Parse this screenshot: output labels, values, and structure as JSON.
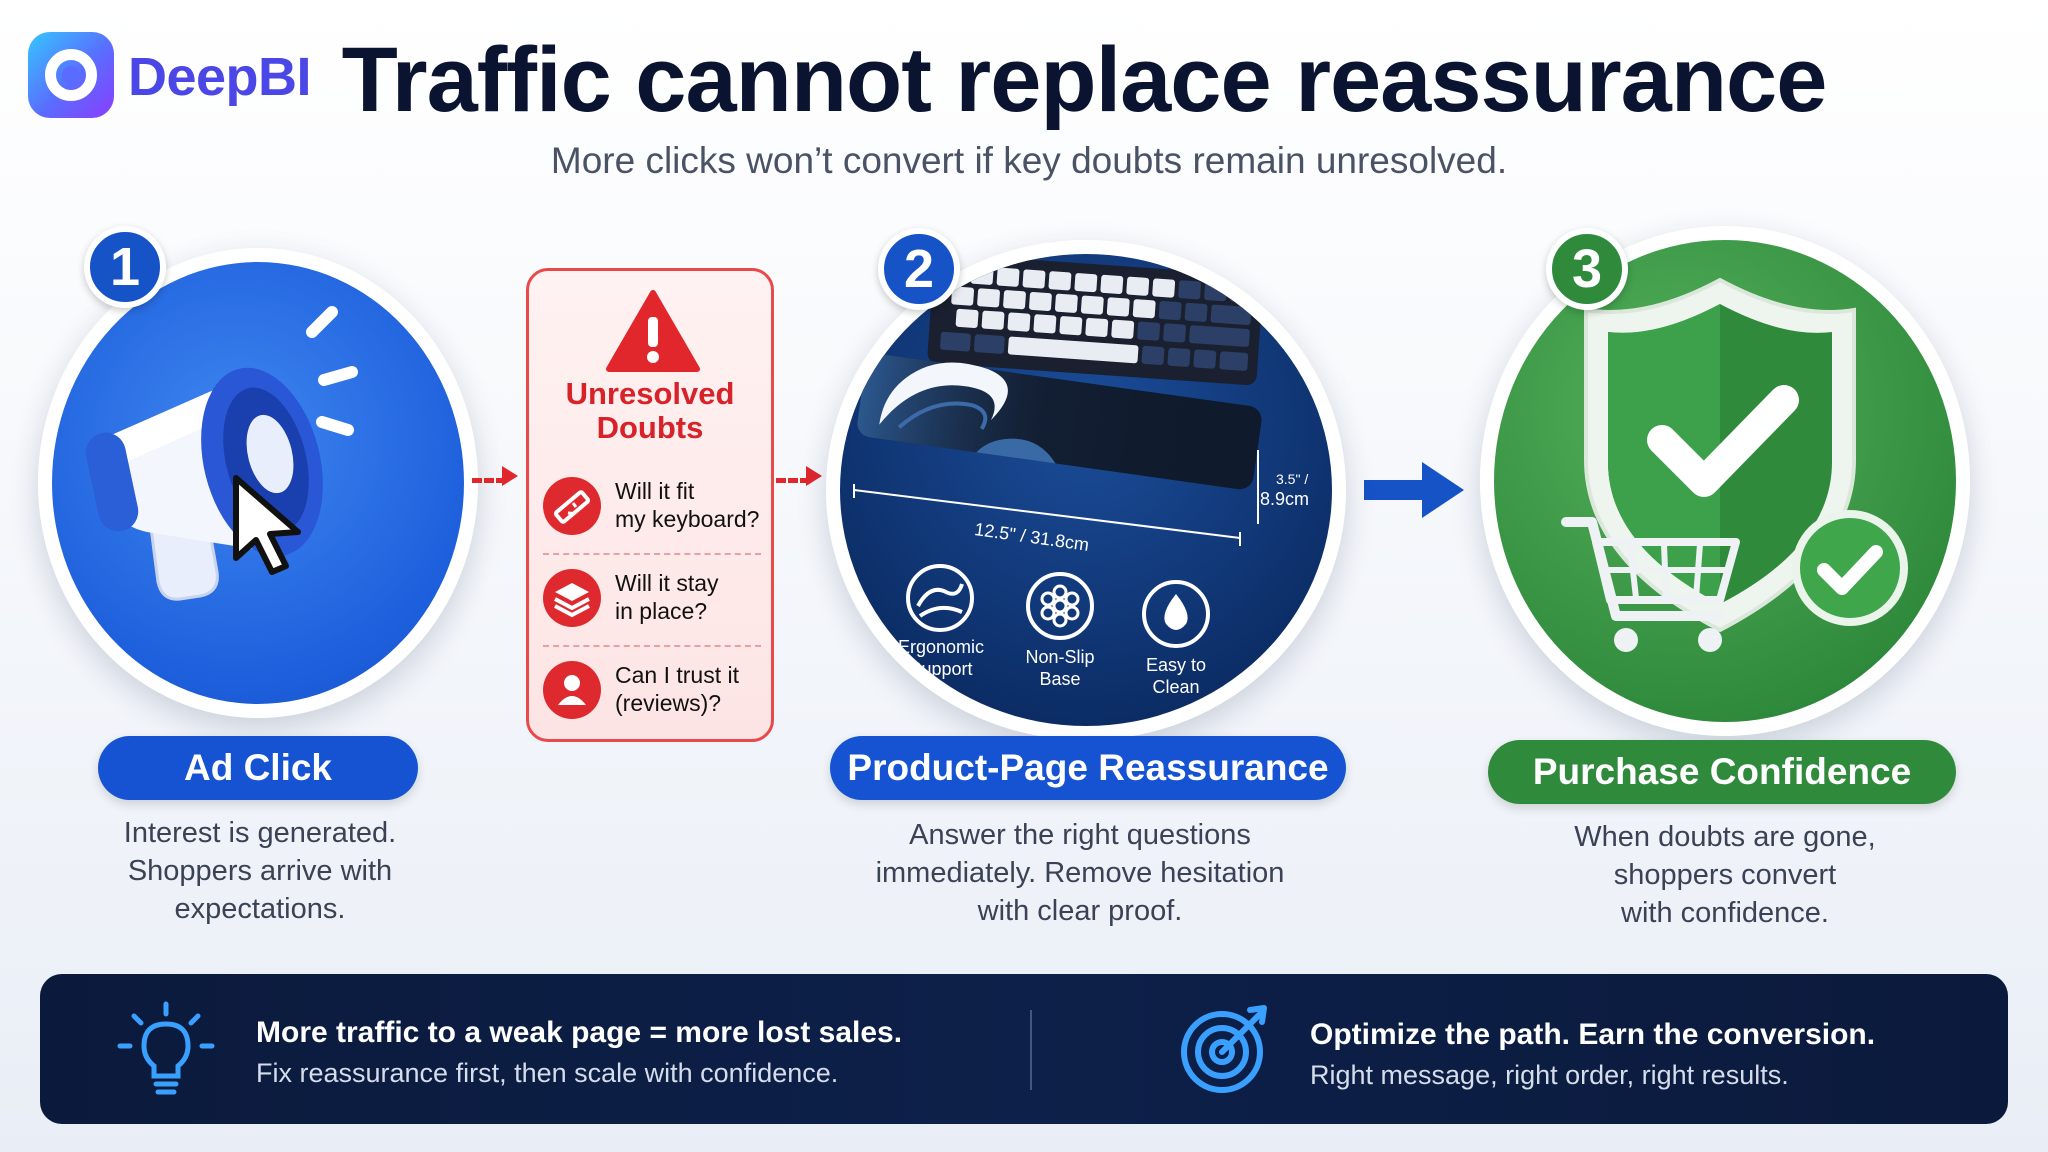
{
  "brand": {
    "name": "DeepBI"
  },
  "header": {
    "title": "Traffic cannot replace reassurance",
    "subtitle": "More clicks won’t convert if key doubts remain unresolved."
  },
  "steps": [
    {
      "number": "1",
      "label": "Ad Click",
      "description_lines": [
        "Interest is generated.",
        "Shoppers arrive with",
        "expectations."
      ]
    },
    {
      "number": "2",
      "label": "Product-Page Reassurance",
      "description_lines": [
        "Answer the right questions",
        "immediately. Remove hesitation",
        "with clear proof."
      ]
    },
    {
      "number": "3",
      "label": "Purchase Confidence",
      "description_lines": [
        "When doubts are gone,",
        "shoppers convert",
        "with confidence."
      ]
    }
  ],
  "doubts": {
    "title_lines": [
      "Unresolved",
      "Doubts"
    ],
    "items": [
      {
        "lines": [
          "Will it fit",
          "my keyboard?"
        ],
        "icon": "ruler-icon"
      },
      {
        "lines": [
          "Will it stay",
          "in place?"
        ],
        "icon": "layers-icon"
      },
      {
        "lines": [
          "Can I trust it",
          "(reviews)?"
        ],
        "icon": "user-icon"
      }
    ]
  },
  "product": {
    "dimension_length": "12.5\" / 31.8cm",
    "dimension_height_a": "3.5\" /",
    "dimension_height_b": "8.9cm",
    "features": [
      {
        "lines": [
          "Ergonomic",
          "Support"
        ],
        "icon": "wave-icon"
      },
      {
        "lines": [
          "Non-Slip",
          "Base"
        ],
        "icon": "hexagon-grip-icon"
      },
      {
        "lines": [
          "Easy to",
          "Clean"
        ],
        "icon": "droplet-icon"
      }
    ]
  },
  "footer": {
    "left_head": "More traffic to a weak page = more lost sales.",
    "left_sub": "Fix reassurance first, then scale with confidence.",
    "right_head": "Optimize the path. Earn the conversion.",
    "right_sub": "Right message, right order, right results."
  },
  "colors": {
    "blue": "#1553d2",
    "navy": "#0b1a3c",
    "red": "#de2a2e",
    "green": "#2f8a3c"
  }
}
